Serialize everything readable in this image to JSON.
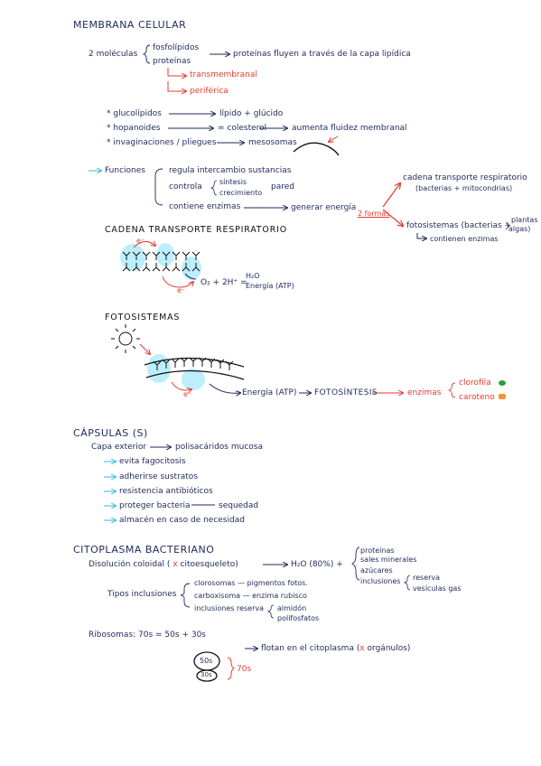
{
  "membrana": {
    "title": "MEMBRANA CELULAR",
    "dos_moleculas": "2 moléculas",
    "fosfolipidos": "fosfolípidos",
    "proteinas": "proteínas",
    "proteinas_fluyen": "proteínas fluyen a través de la capa lipídica",
    "transmembranal": "transmembranal",
    "periferica": "periférica",
    "glucolipidos": "glucolípidos",
    "lipido_glucido": "lípido + glúcido",
    "hopanoides": "hopanoides",
    "colesterol": "≃ colesterol",
    "aumenta_fluidez": "aumenta fluidez membranal",
    "invaginaciones": "invaginaciones / pliegues",
    "mesosomas": "mesosomas",
    "funciones": "Funciones",
    "regula": "regula intercambio sustancias",
    "controla": "controla",
    "sintesis": "síntesis",
    "crecimiento": "crecimiento",
    "pared": "pared",
    "contiene_enzimas": "contiene enzimas",
    "generar_energia": "generar energía",
    "dos_formas": "2 formas",
    "cadena_transporte": "cadena transporte respiratorio",
    "bacterias_mitocondrias": "(bacterias + mitocondrias)",
    "fotosistemas": "fotosistemas (bacterias +",
    "plantas": "plantas",
    "algas": "algas)",
    "contienen_enzimas": "contienen enzimas"
  },
  "cadena": {
    "title": "CADENA TRANSPORTE RESPIRATORIO",
    "electron": "e⁻",
    "ecuacion": "O₂ + 2H⁺ =",
    "h2o": "H₂O",
    "energia": "Energía (ATP)"
  },
  "fotosistemas": {
    "title": "FOTOSISTEMAS",
    "electron": "e⁻",
    "energia_atp": "Energía (ATP)",
    "fotosintesis": "FOTOSÍNTESIS",
    "enzimas": "enzimas",
    "clorofila": "clorofila",
    "caroteno": "caroteno",
    "clorofila_color": "#2e9e3a",
    "caroteno_color": "#f29a2e"
  },
  "capsulas": {
    "title": "CÁPSULAS (S)",
    "capa_exterior": "Capa exterior",
    "polisacaridos": "polisacáridos mucosa",
    "items": [
      "evita fagocitosis",
      "adherirse sustratos",
      "resistencia antibióticos",
      "proteger bacteria",
      "almacén en caso de necesidad"
    ],
    "sequedad": "sequedad"
  },
  "citoplasma": {
    "title": "CITOPLASMA BACTERIANO",
    "disolucion": "Disolución coloidal (",
    "citoesqueleto": "citoesqueleto)",
    "h2o": "H₂O (80%) +",
    "lista": [
      "proteínas",
      "sales minerales",
      "azúcares",
      "inclusiones"
    ],
    "reserva": "reserva",
    "vesiculas_gas": "vesículas gas",
    "tipos_inclusiones": "Tipos inclusiones",
    "clorosomas": "clorosomas — pigmentos fotos.",
    "carboxisoma": "carboxisoma — enzima rubisco",
    "inclusiones_reserva": "inclusiones reserva",
    "almidon": "almidón",
    "polifosfatos": "polifosfatos",
    "ribosomas": "Ribosomas: 70s = 50s + 30s",
    "flotan": "flotan en el citoplasma (",
    "organulos": "orgánulos)",
    "s50": "50s",
    "s30": "30s",
    "s70": "70s",
    "x_mark": "x"
  },
  "colors": {
    "ink": "#1f2a5a",
    "red": "#e23b2e",
    "cyan": "#36b8e0",
    "highlight": "#bdeefb"
  }
}
